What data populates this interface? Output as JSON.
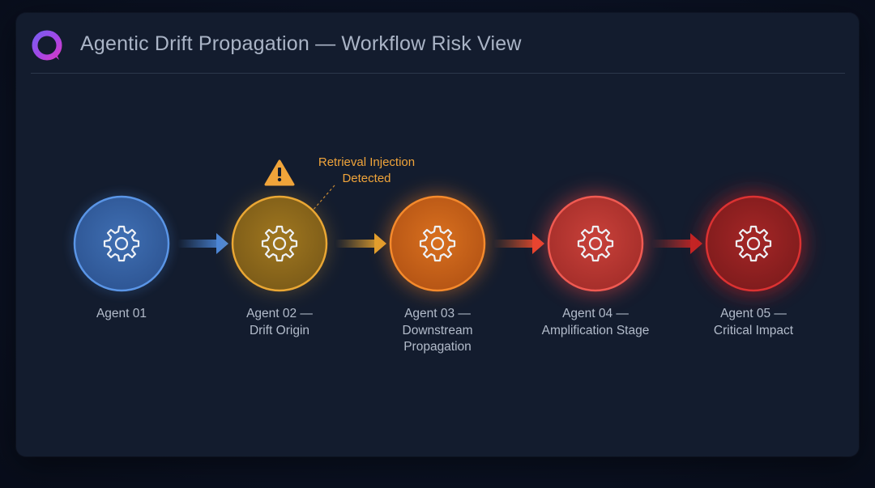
{
  "header": {
    "title": "Agentic Drift Propagation — Workflow Risk View",
    "logo_icon": "ring-logo-icon"
  },
  "colors": {
    "panel_bg": "#131c2e",
    "agent_1": "#4a86d8",
    "agent_2": "#e2a02e",
    "agent_3": "#f07d22",
    "agent_4": "#e3453f",
    "agent_5": "#c42424",
    "warning": "#f0a43a"
  },
  "agents": [
    {
      "id": "agent-01",
      "line1": "Agent 01",
      "line2": "",
      "line3": "",
      "icon": "gear-icon",
      "color": "#4a86d8"
    },
    {
      "id": "agent-02",
      "line1": "Agent 02 —",
      "line2": "Drift Origin",
      "line3": "",
      "icon": "gear-icon",
      "color": "#e2a02e"
    },
    {
      "id": "agent-03",
      "line1": "Agent 03 —",
      "line2": "Downstream",
      "line3": "Propagation",
      "icon": "gear-icon",
      "color": "#f07d22"
    },
    {
      "id": "agent-04",
      "line1": "Agent 04 —",
      "line2": "Amplification Stage",
      "line3": "",
      "icon": "gear-icon",
      "color": "#e3453f"
    },
    {
      "id": "agent-05",
      "line1": "Agent 05 —",
      "line2": "Critical Impact",
      "line3": "",
      "icon": "gear-icon",
      "color": "#c42424"
    }
  ],
  "annotation": {
    "line1": "Retrieval Injection",
    "line2": "Detected",
    "icon": "warning-triangle-icon"
  }
}
